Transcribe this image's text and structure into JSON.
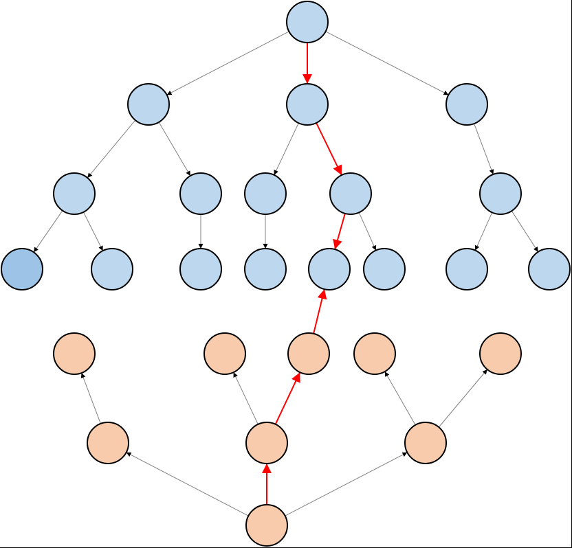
{
  "colors": {
    "background": "#ffffff",
    "blue_node_fill": "#bdd7ee",
    "blue_node_highlight_fill": "#9dc3e6",
    "orange_node_fill": "#f8cbad",
    "node_stroke": "#000000",
    "edge_default": "#808080",
    "edge_highlight": "#ff0000"
  },
  "trees": [
    {
      "name": "blue-tree",
      "fill": "#bdd7ee",
      "nodes": [
        {
          "id": "b0"
        },
        {
          "id": "b1"
        },
        {
          "id": "b2"
        },
        {
          "id": "b3"
        },
        {
          "id": "b4"
        },
        {
          "id": "b5"
        },
        {
          "id": "b6"
        },
        {
          "id": "b7"
        },
        {
          "id": "b8"
        },
        {
          "id": "b9",
          "highlight": true
        },
        {
          "id": "b10"
        },
        {
          "id": "b11"
        },
        {
          "id": "b12"
        },
        {
          "id": "b13"
        },
        {
          "id": "b14"
        },
        {
          "id": "b15"
        },
        {
          "id": "b16"
        }
      ],
      "edges": [
        {
          "from": "b0",
          "to": "b1"
        },
        {
          "from": "b0",
          "to": "b2",
          "highlight": true
        },
        {
          "from": "b0",
          "to": "b3"
        },
        {
          "from": "b1",
          "to": "b4"
        },
        {
          "from": "b1",
          "to": "b5"
        },
        {
          "from": "b2",
          "to": "b6"
        },
        {
          "from": "b2",
          "to": "b7",
          "highlight": true
        },
        {
          "from": "b3",
          "to": "b8"
        },
        {
          "from": "b4",
          "to": "b9"
        },
        {
          "from": "b4",
          "to": "b10"
        },
        {
          "from": "b5",
          "to": "b11"
        },
        {
          "from": "b6",
          "to": "b12"
        },
        {
          "from": "b7",
          "to": "b13",
          "highlight": true
        },
        {
          "from": "b7",
          "to": "b14"
        },
        {
          "from": "b8",
          "to": "b15"
        },
        {
          "from": "b8",
          "to": "b16"
        }
      ]
    },
    {
      "name": "orange-tree",
      "fill": "#f8cbad",
      "nodes": [
        {
          "id": "o0"
        },
        {
          "id": "o1"
        },
        {
          "id": "o2"
        },
        {
          "id": "o3"
        },
        {
          "id": "o4"
        },
        {
          "id": "o5"
        },
        {
          "id": "o6"
        },
        {
          "id": "o7"
        },
        {
          "id": "o8"
        }
      ],
      "edges": [
        {
          "from": "o0",
          "to": "o1"
        },
        {
          "from": "o0",
          "to": "o2",
          "highlight": true
        },
        {
          "from": "o0",
          "to": "o3"
        },
        {
          "from": "o1",
          "to": "o4"
        },
        {
          "from": "o2",
          "to": "o5"
        },
        {
          "from": "o2",
          "to": "o6",
          "highlight": true
        },
        {
          "from": "o3",
          "to": "o7"
        },
        {
          "from": "o3",
          "to": "o8"
        }
      ]
    }
  ],
  "bridge_edges": [
    {
      "from": "o6",
      "to": "b13",
      "highlight": true
    }
  ]
}
